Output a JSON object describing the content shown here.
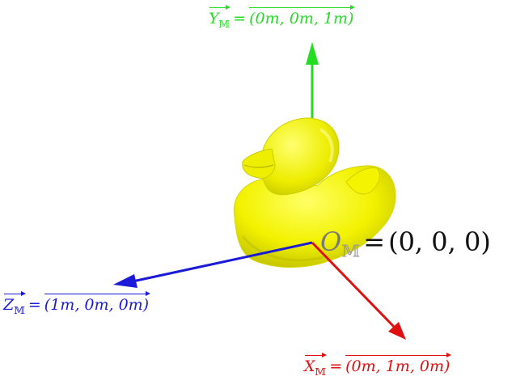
{
  "colors": {
    "y_axis": "#22dd22",
    "z_axis": "#1a1ad8",
    "x_axis": "#e01010",
    "duck_body": "#f2f200",
    "duck_shade": "#c9c900",
    "origin_text": "#111111"
  },
  "labels": {
    "y": {
      "symbol": "Y",
      "subscript": "𝕄",
      "value": "(0m, 0m, 1m)"
    },
    "z": {
      "symbol": "Z",
      "subscript": "𝕄",
      "value": "(1m, 0m, 0m)"
    },
    "x": {
      "symbol": "X",
      "subscript": "𝕄",
      "value": "(0m, 1m, 0m)"
    },
    "origin": {
      "symbol": "O",
      "subscript": "𝕄",
      "value": "(0, 0, 0)"
    },
    "equals": "="
  },
  "figure": {
    "object": "rubber-duck-3d-model"
  }
}
